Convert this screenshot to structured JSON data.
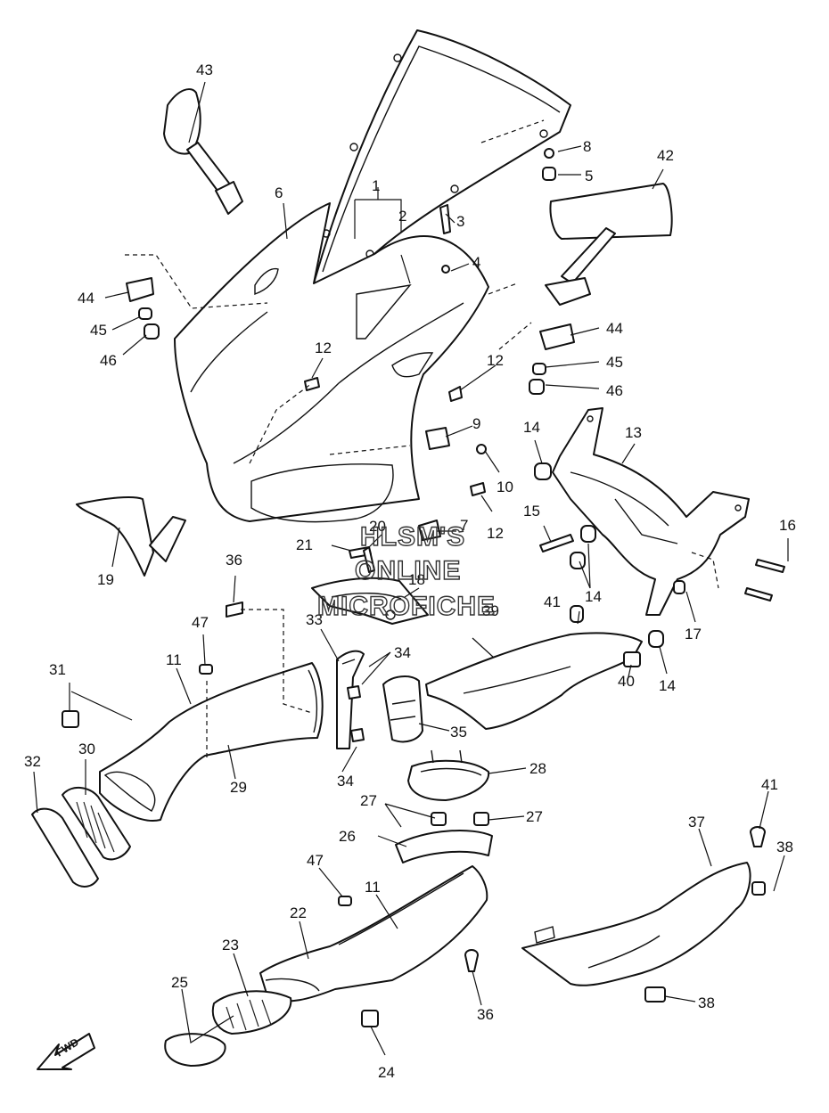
{
  "watermark": {
    "line1": "HLSM'S",
    "line2": "ONLINE",
    "line3": "MICROFICHE"
  },
  "direction_badge": "FWD",
  "callouts": [
    "1",
    "2",
    "3",
    "4",
    "5",
    "6",
    "7",
    "8",
    "9",
    "10",
    "11",
    "12",
    "13",
    "14",
    "15",
    "16",
    "17",
    "18",
    "19",
    "20",
    "21",
    "22",
    "23",
    "24",
    "25",
    "26",
    "27",
    "28",
    "29",
    "30",
    "31",
    "32",
    "33",
    "34",
    "35",
    "36",
    "37",
    "38",
    "39",
    "40",
    "41",
    "42",
    "43",
    "44",
    "45",
    "46",
    "47"
  ],
  "labels": {
    "c1": "1",
    "c2": "2",
    "c3": "3",
    "c4": "4",
    "c5": "5",
    "c6": "6",
    "c7": "7",
    "c8": "8",
    "c9": "9",
    "c10": "10",
    "c11a": "11",
    "c11b": "11",
    "c12a": "12",
    "c12b": "12",
    "c12c": "12",
    "c13": "13",
    "c14a": "14",
    "c14b": "14",
    "c14c": "14",
    "c15": "15",
    "c16": "16",
    "c17": "17",
    "c18": "18",
    "c19": "19",
    "c20": "20",
    "c21": "21",
    "c22": "22",
    "c23": "23",
    "c24": "24",
    "c25": "25",
    "c26": "26",
    "c27a": "27",
    "c27b": "27",
    "c28": "28",
    "c29": "29",
    "c30": "30",
    "c31": "31",
    "c32": "32",
    "c33": "33",
    "c34a": "34",
    "c34b": "34",
    "c35": "35",
    "c36a": "36",
    "c36b": "36",
    "c37": "37",
    "c38a": "38",
    "c38b": "38",
    "c39": "39",
    "c40": "40",
    "c41a": "41",
    "c41b": "41",
    "c42": "42",
    "c43": "43",
    "c44a": "44",
    "c44b": "44",
    "c45a": "45",
    "c45b": "45",
    "c46a": "46",
    "c46b": "46",
    "c47a": "47",
    "c47b": "47"
  }
}
